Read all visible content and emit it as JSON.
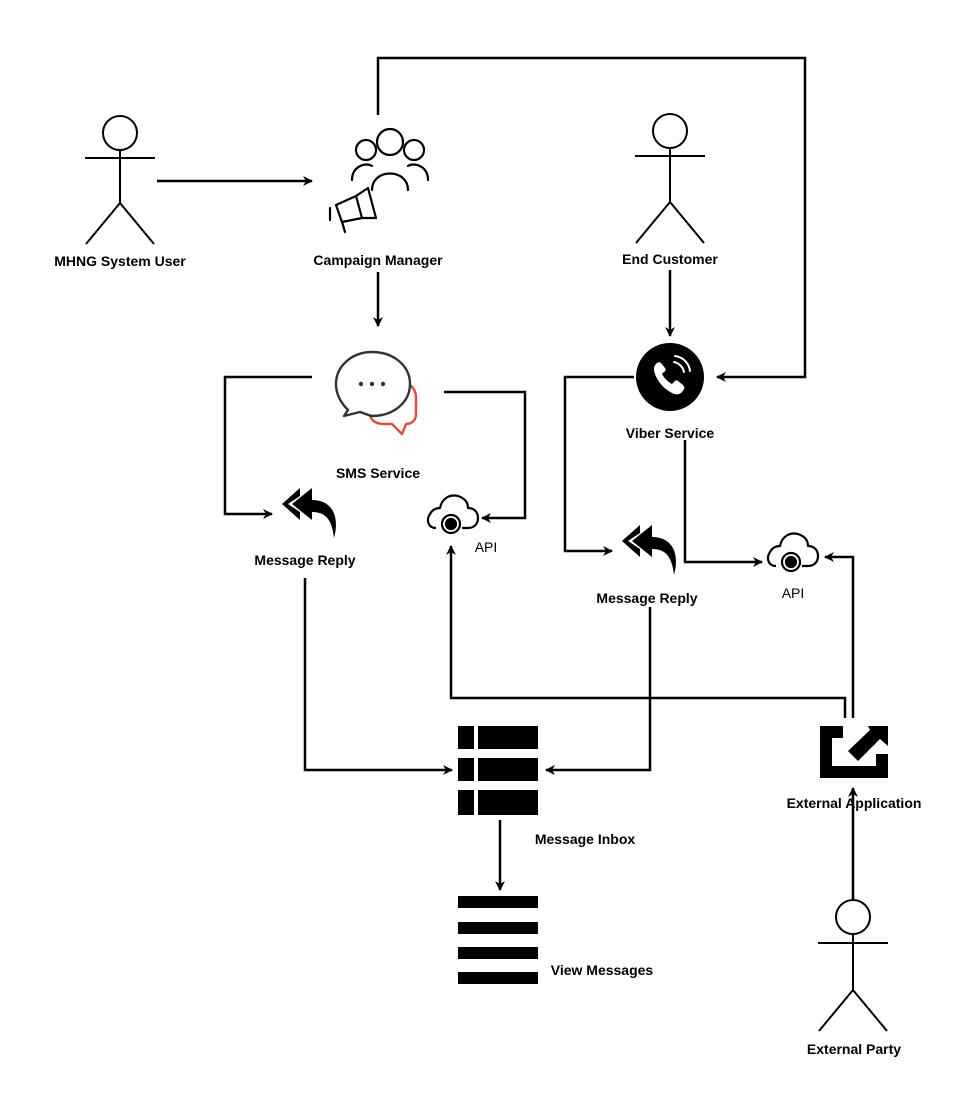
{
  "diagram": {
    "nodes": {
      "mhng_user": {
        "label": "MHNG System User",
        "kind": "actor"
      },
      "campaign_manager": {
        "label": "Campaign Manager",
        "icon": "campaign-manager-icon"
      },
      "end_customer": {
        "label": "End Customer",
        "kind": "actor"
      },
      "sms_service": {
        "label": "SMS Service",
        "icon": "chat-bubbles-icon"
      },
      "viber_service": {
        "label": "Viber Service",
        "icon": "viber-phone-icon"
      },
      "sms_message_reply": {
        "label": "Message Reply",
        "icon": "reply-all-icon"
      },
      "sms_api": {
        "label": "API",
        "icon": "cloud-api-icon"
      },
      "viber_message_reply": {
        "label": "Message Reply",
        "icon": "reply-all-icon"
      },
      "viber_api": {
        "label": "API",
        "icon": "cloud-api-icon"
      },
      "message_inbox": {
        "label": "Message Inbox",
        "icon": "table-list-icon"
      },
      "external_application": {
        "label": "External Application",
        "icon": "external-link-icon"
      },
      "view_messages": {
        "label": "View Messages",
        "icon": "menu-lines-icon"
      },
      "external_party": {
        "label": "External Party",
        "kind": "actor"
      }
    },
    "edges": [
      {
        "from": "mhng_user",
        "to": "campaign_manager"
      },
      {
        "from": "campaign_manager",
        "to": "sms_service"
      },
      {
        "from": "campaign_manager",
        "to": "viber_service"
      },
      {
        "from": "end_customer",
        "to": "viber_service"
      },
      {
        "from": "sms_service",
        "to": "sms_message_reply"
      },
      {
        "from": "sms_service",
        "to": "sms_api"
      },
      {
        "from": "viber_service",
        "to": "viber_message_reply"
      },
      {
        "from": "viber_service",
        "to": "viber_api"
      },
      {
        "from": "sms_message_reply",
        "to": "message_inbox"
      },
      {
        "from": "viber_message_reply",
        "to": "message_inbox"
      },
      {
        "from": "message_inbox",
        "to": "view_messages"
      },
      {
        "from": "external_application",
        "to": "sms_api"
      },
      {
        "from": "external_application",
        "to": "viber_api"
      },
      {
        "from": "external_party",
        "to": "external_application"
      }
    ],
    "colors": {
      "stroke": "#000000",
      "accent": "#e04a3f",
      "background": "#ffffff"
    }
  }
}
